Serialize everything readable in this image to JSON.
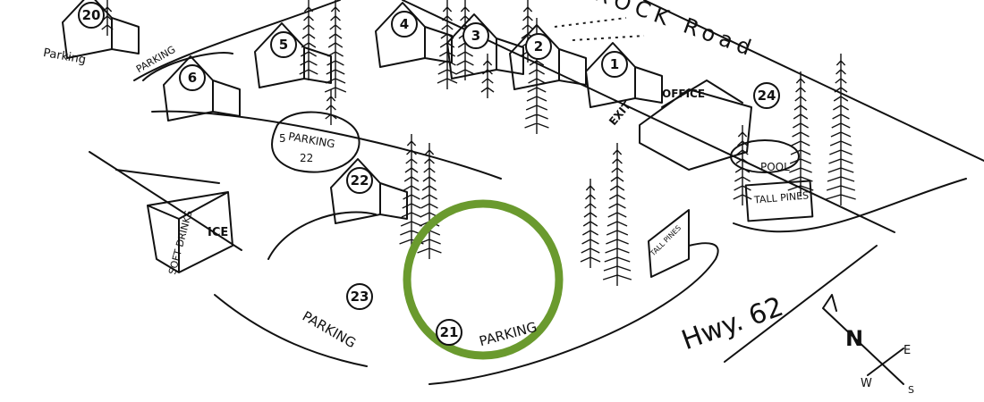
{
  "map": {
    "roads": {
      "top_road": "ROCK Road",
      "highway": "Hwy. 62"
    },
    "cabins": [
      "20",
      "6",
      "5",
      "4",
      "3",
      "2",
      "1",
      "22",
      "23",
      "21",
      "24"
    ],
    "buildings": {
      "office": "OFFICE",
      "exit": "EXIT",
      "pool": "POOL",
      "sign": "TALL PINES",
      "roadside_sign": "TALL PINES",
      "kiosk_drinks": "SOFT DRINKS",
      "kiosk_ice": "ICE"
    },
    "parking": {
      "p20": "Parking",
      "p6": "PARKING",
      "p22_a": "5",
      "p22_b": "PARKING",
      "p22_c": "22",
      "p23": "PARKING",
      "p21": "PARKING"
    },
    "compass": {
      "n": "N",
      "e": "E",
      "w": "W",
      "s": "S"
    },
    "highlight": {
      "cabin": "21",
      "color": "#6a9a2e"
    }
  }
}
